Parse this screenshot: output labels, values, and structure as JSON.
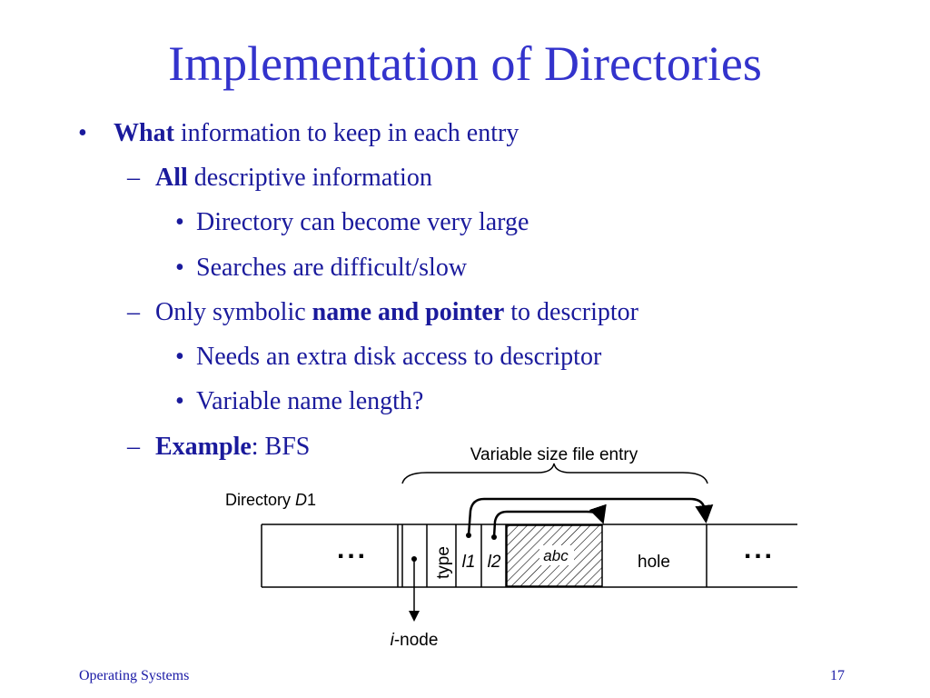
{
  "slide": {
    "title": "Implementation of Directories",
    "bullets": [
      {
        "bold": "What",
        "rest": " information to keep in each entry"
      },
      {
        "bold": "All",
        "rest": " descriptive information"
      },
      {
        "text": "Directory can become very large"
      },
      {
        "text": "Searches are difficult/slow"
      },
      {
        "pre": "Only symbolic ",
        "bold": "name and pointer",
        "post": " to descriptor"
      },
      {
        "text": "Needs an extra disk access to descriptor"
      },
      {
        "text": "Variable name length?"
      },
      {
        "bold": "Example",
        "rest": ": BFS"
      }
    ],
    "bullet_symbol": "•",
    "dash_symbol": "–"
  },
  "diagram": {
    "brace_label": "Variable size file entry",
    "directory_label_prefix": "Directory ",
    "directory_label_name": "D",
    "directory_label_num": "1",
    "ellipsis": "...",
    "type_label": "type",
    "l1_label": "l1",
    "l2_label": "l2",
    "abc_label": "abc",
    "hole_label": "hole",
    "inode_label_i": "i",
    "inode_label_rest": "-node"
  },
  "footer": {
    "course": "Operating Systems",
    "page": "17"
  }
}
